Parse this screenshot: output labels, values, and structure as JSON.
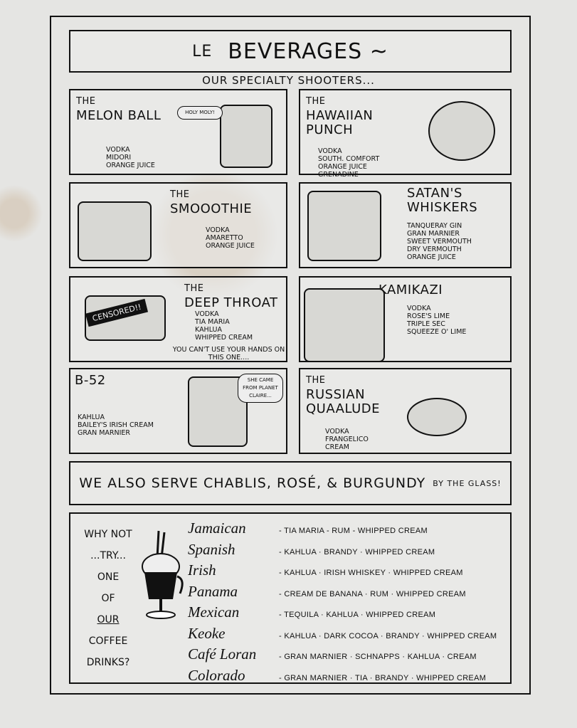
{
  "header": {
    "le": "LE",
    "title": "BEVERAGES ~",
    "subtitle": "OUR SPECIALTY SHOOTERS..."
  },
  "shooters": [
    {
      "the": "THE",
      "name": "MELON BALL",
      "ingredients": [
        "VODKA",
        "MIDORI",
        "ORANGE JUICE"
      ],
      "caption": "HOLY MOLY!"
    },
    {
      "the": "THE",
      "name": "HAWAIIAN PUNCH",
      "ingredients": [
        "VODKA",
        "SOUTH. COMFORT",
        "ORANGE JUICE",
        "GRENADINE"
      ]
    },
    {
      "the": "THE",
      "name": "SMOOOTHIE",
      "ingredients": [
        "VODKA",
        "AMARETTO",
        "ORANGE JUICE"
      ]
    },
    {
      "name": "SATAN'S WHISKERS",
      "ingredients": [
        "TANQUERAY GIN",
        "GRAN MARNIER",
        "SWEET VERMOUTH",
        "DRY VERMOUTH",
        "ORANGE JUICE"
      ]
    },
    {
      "the": "THE",
      "name": "DEEP THROAT",
      "ingredients": [
        "VODKA",
        "TIA MARIA",
        "KAHLUA",
        "WHIPPED CREAM"
      ],
      "note": "YOU CAN'T USE YOUR HANDS ON THIS ONE....",
      "sign": "CENSORED!!"
    },
    {
      "name": "KAMIKAZI",
      "ingredients": [
        "VODKA",
        "ROSE'S LIME",
        "TRIPLE SEC",
        "SQUEEZE O' LIME"
      ]
    },
    {
      "name": "B-52",
      "ingredients": [
        "KAHLUA",
        "BAILEY'S IRISH CREAM",
        "GRAN MARNIER"
      ],
      "caption": "SHE CAME FROM PLANET CLAIRE..."
    },
    {
      "the": "THE",
      "name": "RUSSIAN QUAALUDE",
      "ingredients": [
        "VODKA",
        "FRANGELICO",
        "CREAM"
      ]
    }
  ],
  "wine": {
    "text": "WE ALSO SERVE CHABLIS, ROSÉ, & BURGUNDY",
    "suffix": "BY THE GLASS!"
  },
  "coffee": {
    "ask": [
      "WHY NOT",
      "...TRY...",
      "ONE",
      "OF",
      "OUR",
      "COFFEE",
      "DRINKS?"
    ],
    "drinks": [
      {
        "name": "Jamaican",
        "recipe": "- TIA MARIA - RUM - WHIPPED CREAM"
      },
      {
        "name": "Spanish",
        "recipe": "- KAHLUA · BRANDY · WHIPPED CREAM"
      },
      {
        "name": "Irish",
        "recipe": "- KAHLUA · IRISH WHISKEY · WHIPPED CREAM"
      },
      {
        "name": "Panama",
        "recipe": "- CREAM DE BANANA · RUM · WHIPPED CREAM"
      },
      {
        "name": "Mexican",
        "recipe": "- TEQUILA · KAHLUA · WHIPPED CREAM"
      },
      {
        "name": "Keoke",
        "recipe": "- KAHLUA · DARK COCOA · BRANDY · WHIPPED CREAM"
      },
      {
        "name": "Café Loran",
        "recipe": "- GRAN MARNIER · SCHNAPPS · KAHLUA · CREAM"
      },
      {
        "name": "Colorado",
        "recipe": "- GRAN MARNIER · TIA · BRANDY · WHIPPED CREAM"
      }
    ]
  }
}
